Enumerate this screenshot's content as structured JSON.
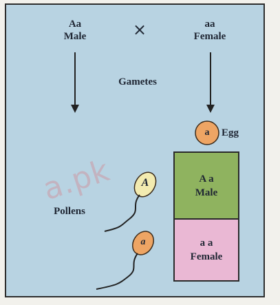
{
  "parents": {
    "male_genotype": "Aa",
    "male_label": "Male",
    "cross_symbol": "×",
    "female_genotype": "aa",
    "female_label": "Female"
  },
  "gametes_label": "Gametes",
  "egg": {
    "allele": "a",
    "label": "Egg"
  },
  "pollens_label": "Pollens",
  "pollen_alleles": [
    "A",
    "a"
  ],
  "offspring": [
    {
      "genotype": "A a",
      "label": "Male"
    },
    {
      "genotype": "a a",
      "label": "Female"
    }
  ],
  "watermark": "a.pk",
  "colors": {
    "panel": "#b8d3e2",
    "male_cell": "#8fb35f",
    "female_cell": "#eab8d4",
    "egg": "#eea564",
    "pollen_A": "#f3ebb0",
    "pollen_a": "#eea564"
  }
}
